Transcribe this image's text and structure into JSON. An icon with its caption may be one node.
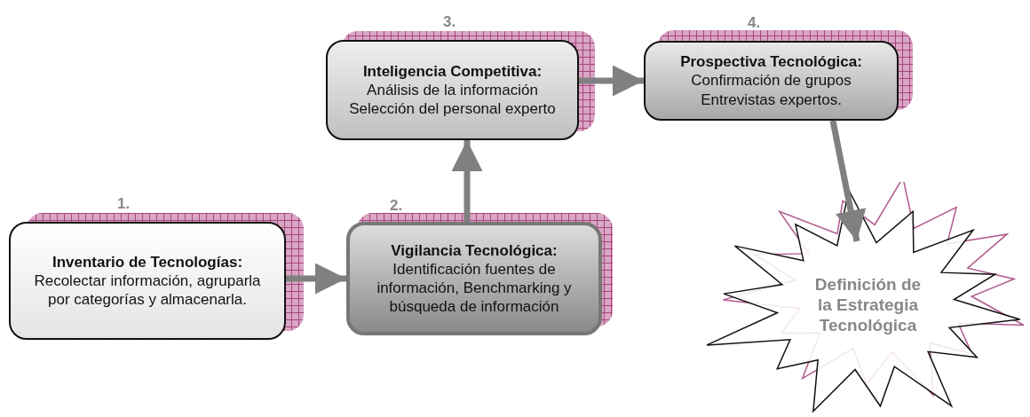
{
  "diagram": {
    "nodes": [
      {
        "text": [
          "Inventario de Tecnologías:",
          "Recolectar información, agruparla por categorías y almacenarla."
        ],
        "beside": [
          "1."
        ]
      },
      {
        "text": [
          "Vigilancia Tecnológica:",
          "Identificación fuentes de información, Benchmarking y búsqueda de información"
        ],
        "beside": [
          "2."
        ]
      },
      {
        "text": [
          "Inteligencia Competitiva:",
          "Análisis de la información",
          "Selección del personal experto"
        ],
        "beside": [
          "3."
        ]
      },
      {
        "text": [
          "Prospectiva Tecnológica:",
          "Confirmación de grupos",
          "Entrevistas expertos."
        ],
        "beside": [
          "4."
        ]
      },
      {
        "text": [
          "Definición de la Estrategia Tecnológica"
        ]
      }
    ],
    "edges": [
      {
        "from": 0,
        "to": 1,
        "arrow": "to"
      },
      {
        "from": 1,
        "to": 2,
        "arrow": "to"
      },
      {
        "from": 2,
        "to": 3,
        "arrow": "to"
      },
      {
        "from": 3,
        "to": 4,
        "arrow": "to"
      }
    ]
  }
}
